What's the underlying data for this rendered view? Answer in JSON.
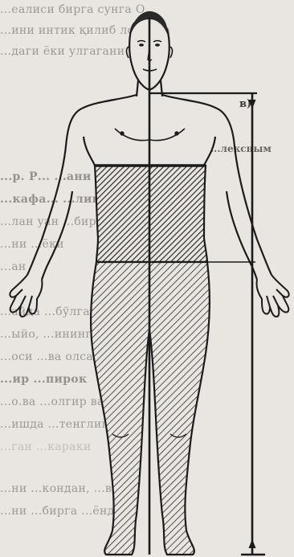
{
  "background_text": {
    "lines": [
      "...еалиси бирга сунга О",
      "...ини интик қилиб лозимга",
      "...даги ёки улгагани бирга",
      "",
      "",
      "",
      "",
      "",
      "",
      "",
      "",
      "...р. Р... ...ани бир",
      "...кафа... ...лиқ, ",
      "...лан уан ...бир",
      "...ни ...ёки",
      "...ан",
      "",
      "...айда ...бўлган",
      "...ыйо, ...ининг",
      "...оси ...ва олса",
      "...ир ...пирок",
      "...о.ва ...олгир ва",
      "...ишда ...тенглиги",
      "...ган ...караки",
      "...ни ...кондан, ...ва",
      "...ни ...бирга ...ёнда"
    ],
    "heading": "...лексным",
    "bracket": "в)"
  },
  "figure": {
    "description_name": "body-regions-figure",
    "colors": {
      "ink": "#1b1b1b",
      "paper": "#e9e6e1",
      "shade": "#2a2a2a"
    }
  }
}
